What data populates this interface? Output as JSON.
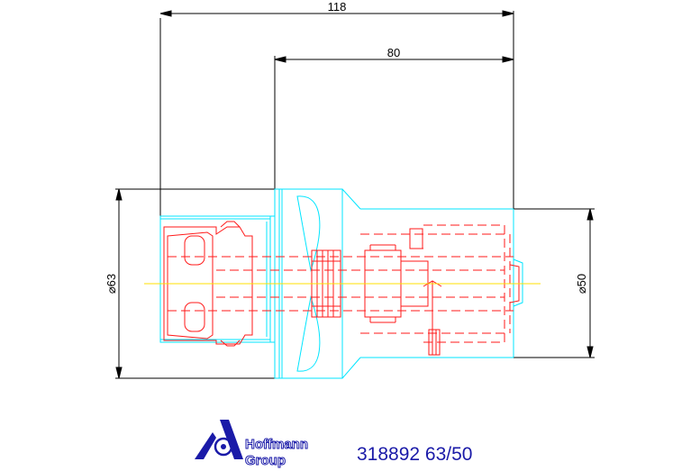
{
  "drawing": {
    "dimensions": {
      "overall_length": "118",
      "partial_length": "80",
      "left_diameter": "⌀63",
      "right_diameter": "⌀50"
    },
    "colors": {
      "outline": "#00e5ff",
      "internal": "#ff1a1a",
      "centerline": "#ffe000",
      "dimension": "#000000",
      "logo": "#1a1aa8"
    }
  },
  "footer": {
    "logo_line1": "Hoffmann",
    "logo_line2": "Group",
    "part_number": "318892 63/50"
  }
}
